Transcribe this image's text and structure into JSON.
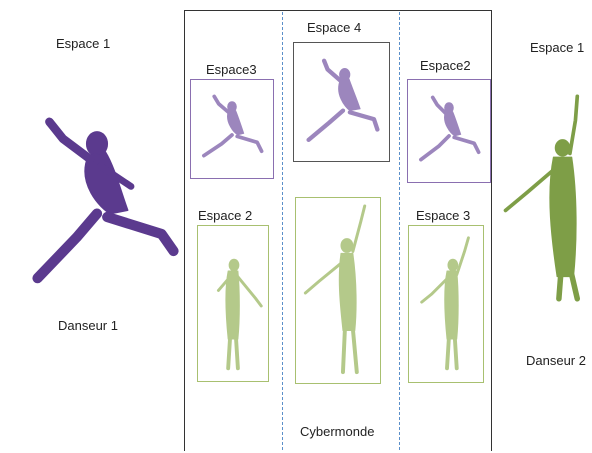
{
  "left_dancer": {
    "space_label": "Espace 1",
    "name": "Danseur 1",
    "color": "#5b3a8e"
  },
  "right_dancer": {
    "space_label": "Espace 1",
    "name": "Danseur 2",
    "color": "#7e9e47"
  },
  "cybermonde": {
    "label": "Cybermonde",
    "spaces": [
      {
        "label": "Espace3"
      },
      {
        "label": "Espace 4"
      },
      {
        "label": "Espace2"
      },
      {
        "label": "Espace 2"
      },
      {
        "label": "Espace 3"
      }
    ]
  },
  "colors": {
    "purple_dark": "#5b3a8e",
    "purple_light": "#9c86bd",
    "green_dark": "#7e9e47",
    "green_light": "#b4c98a",
    "divider": "#5b8fc9"
  }
}
